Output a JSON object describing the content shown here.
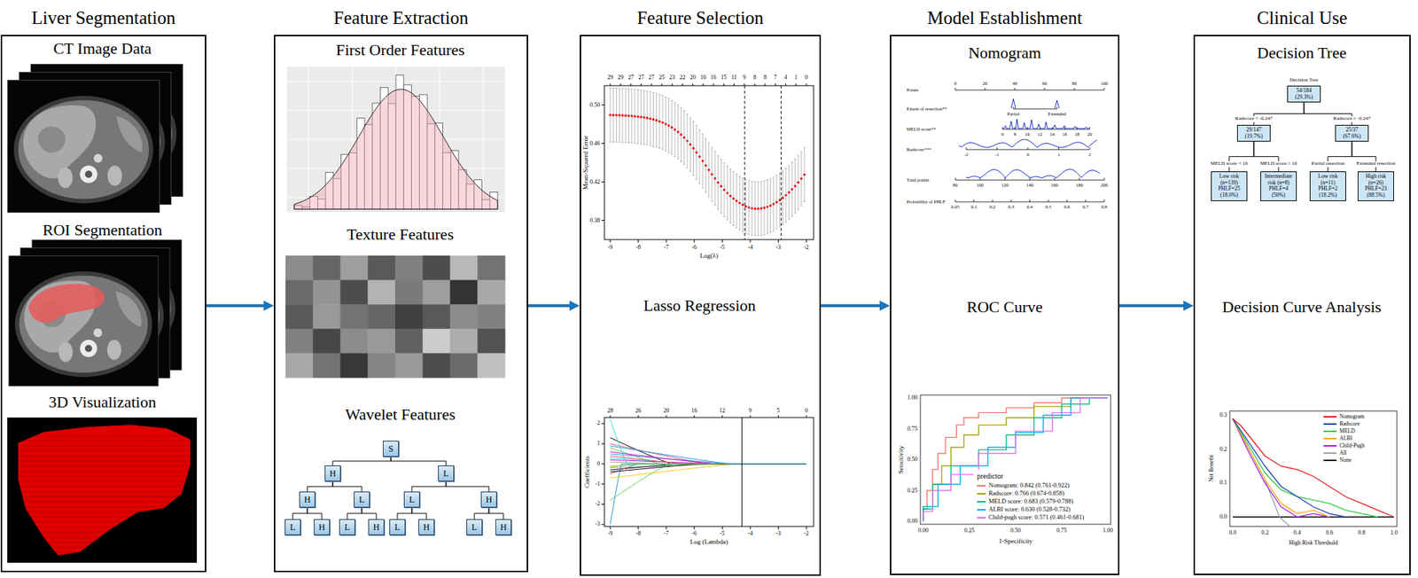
{
  "diagram": {
    "nodes": [
      {
        "text": [
          "Liver Segmentation"
        ]
      },
      {
        "text": [
          "Feature Extraction"
        ]
      },
      {
        "text": [
          "S"
        ],
        "in": 1
      },
      {
        "text": [
          "H"
        ],
        "in": 1
      },
      {
        "text": [
          "L"
        ],
        "in": 1
      },
      {
        "text": [
          "H"
        ],
        "in": 1
      },
      {
        "text": [
          "L"
        ],
        "in": 1
      },
      {
        "text": [
          "L"
        ],
        "in": 1
      },
      {
        "text": [
          "H"
        ],
        "in": 1
      },
      {
        "text": [
          "L"
        ],
        "in": 1
      },
      {
        "text": [
          "H"
        ],
        "in": 1
      },
      {
        "text": [
          "L"
        ],
        "in": 1
      },
      {
        "text": [
          "H"
        ],
        "in": 1
      },
      {
        "text": [
          "L"
        ],
        "in": 1
      },
      {
        "text": [
          "H"
        ],
        "in": 1
      },
      {
        "text": [
          "L"
        ],
        "in": 1
      },
      {
        "text": [
          "H"
        ],
        "in": 1
      },
      {
        "text": [
          "Feature Selection"
        ]
      },
      {
        "text": [
          "Model Establishment"
        ]
      },
      {
        "text": [
          "Clinical Use"
        ]
      },
      {
        "text": [
          "54/184 (29.3%)"
        ],
        "in": 19
      },
      {
        "text": [
          "29/147 (19.7%)"
        ],
        "in": 19
      },
      {
        "text": [
          "25/37 (67.6%)"
        ],
        "in": 19
      },
      {
        "text": [
          "Low risk (n=139) PHLF=25 (18.0%)"
        ],
        "in": 19
      },
      {
        "text": [
          "Intermediate risk (n=8) PHLF=4 (50%)"
        ],
        "in": 19
      },
      {
        "text": [
          "Low risk (n=11) PHLF=2 (18.2%)"
        ],
        "in": 19
      },
      {
        "text": [
          "High risk (n=26) PHLF=23 (88.5%)"
        ],
        "in": 19
      }
    ],
    "edges": [
      {
        "from": 0,
        "to": 1,
        "arrow": "to"
      },
      {
        "from": 1,
        "to": 17,
        "arrow": "to"
      },
      {
        "from": 17,
        "to": 18,
        "arrow": "to"
      },
      {
        "from": 18,
        "to": 19,
        "arrow": "to"
      },
      {
        "from": 2,
        "to": 3,
        "arrow": "none"
      },
      {
        "from": 2,
        "to": 4,
        "arrow": "none"
      },
      {
        "from": 3,
        "to": 5,
        "arrow": "none"
      },
      {
        "from": 3,
        "to": 6,
        "arrow": "none"
      },
      {
        "from": 4,
        "to": 7,
        "arrow": "none"
      },
      {
        "from": 4,
        "to": 8,
        "arrow": "none"
      },
      {
        "from": 5,
        "to": 9,
        "arrow": "none"
      },
      {
        "from": 5,
        "to": 10,
        "arrow": "none"
      },
      {
        "from": 6,
        "to": 11,
        "arrow": "none"
      },
      {
        "from": 6,
        "to": 12,
        "arrow": "none"
      },
      {
        "from": 7,
        "to": 13,
        "arrow": "none"
      },
      {
        "from": 7,
        "to": 14,
        "arrow": "none"
      },
      {
        "from": 8,
        "to": 15,
        "arrow": "none"
      },
      {
        "from": 8,
        "to": 16,
        "arrow": "none"
      },
      {
        "from": 20,
        "to": 21,
        "label": "Radscore < -0.247",
        "arrow": "none"
      },
      {
        "from": 20,
        "to": 22,
        "label": "Radscore ≥ -0.247",
        "arrow": "none"
      },
      {
        "from": 21,
        "to": 23,
        "label": "MELD score < 10",
        "arrow": "none"
      },
      {
        "from": 21,
        "to": 24,
        "label": "MELD score ≥ 10",
        "arrow": "none"
      },
      {
        "from": 22,
        "to": 25,
        "label": "Partial resection",
        "arrow": "none"
      },
      {
        "from": 22,
        "to": 26,
        "label": "Extended resection",
        "arrow": "none"
      }
    ],
    "labels": [
      "CT Image Data",
      "ROI Segmentation",
      "3D Visualization",
      "First Order Features",
      "Texture Features",
      "Wavelet Features",
      "Lasso Regression",
      "Nomogram",
      "ROC Curve",
      "Decision Tree",
      "Decision Curve Analysis",
      "29",
      "29",
      "27",
      "27",
      "27",
      "25",
      "23",
      "22",
      "20",
      "16",
      "16",
      "15",
      "11",
      "9",
      "8",
      "8",
      "7",
      "4",
      "1",
      "0",
      "Mean-Squared Error",
      "0.50",
      "0.46",
      "0.42",
      "0.38",
      "-9",
      "-8",
      "-7",
      "-6",
      "-5",
      "-4",
      "-3",
      "-2",
      "Log(λ)",
      "28",
      "26",
      "20",
      "16",
      "12",
      "9",
      "5",
      "0",
      "Coefficients",
      "2",
      "1",
      "0",
      "-1",
      "-2",
      "-3",
      "-9",
      "-8",
      "-7",
      "-6",
      "-5",
      "-4",
      "-3",
      "-2",
      "Log (Lambda)",
      "Points",
      "Extent of resection**",
      "MELD score**",
      "Radscore***",
      "Total points",
      "Probability of PHLF",
      "0",
      "20",
      "40",
      "60",
      "80",
      "100",
      "Partial",
      "Extended",
      "6",
      "8",
      "10",
      "12",
      "14",
      "16",
      "18",
      "20",
      "-2",
      "-1",
      "0",
      "1",
      "2",
      "80",
      "100",
      "120",
      "140",
      "160",
      "180",
      "200",
      "0.05",
      "0.1",
      "0.2",
      "0.3",
      "0.4",
      "0.5",
      "0.6",
      "0.7",
      "0.8",
      "Sensitivity",
      "1.00",
      "0.75",
      "0.50",
      "0.25",
      "0.00",
      "0.00",
      "0.25",
      "0.50",
      "0.75",
      "1.00",
      "1-Specificity",
      "predictor",
      "Net Benefit",
      "0.3",
      "0.2",
      "0.1",
      "0.0",
      "0.0",
      "0.2",
      "0.4",
      "0.6",
      "0.8",
      "1.0",
      "High Risk Threshold",
      "Decision Tree"
    ],
    "legend": [
      {
        "text": "Nomogram: 0.842 (0.761-0.922)",
        "color": "#f8766d"
      },
      {
        "text": "Radscore: 0.766 (0.674-0.858)",
        "color": "#a3a500"
      },
      {
        "text": "MELD score: 0.683 (0.579-0.788)",
        "color": "#00bf7d"
      },
      {
        "text": "ALBI score: 0.630 (0.528-0.732)",
        "color": "#00b0f6"
      },
      {
        "text": "Child-pugh score: 0.571 (0.461-0.681)",
        "color": "#e76bf3"
      },
      {
        "text": "Nomogram",
        "color": "#e41a1c"
      },
      {
        "text": "Radscore",
        "color": "#1f3fbf"
      },
      {
        "text": "MELD",
        "color": "#2ecc40"
      },
      {
        "text": "ALBI",
        "color": "#ffa500"
      },
      {
        "text": "Child-Pugh",
        "color": "#a020f0"
      },
      {
        "text": "All",
        "color": "#a0a0a0"
      },
      {
        "text": "None",
        "color": "#000000"
      }
    ]
  }
}
